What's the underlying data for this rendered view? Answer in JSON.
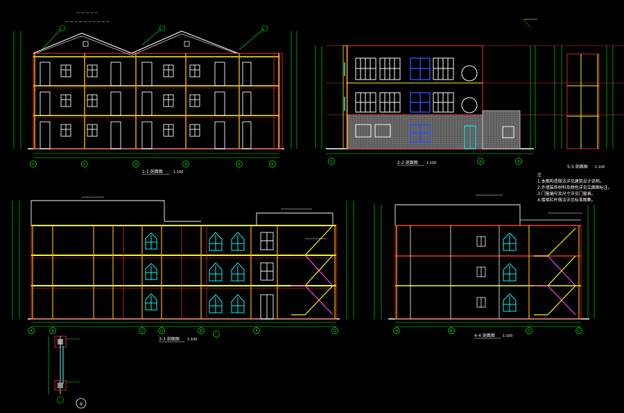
{
  "colors": {
    "background": "#000000",
    "grid_axis": "#00ff00",
    "dimension": "#00ff00",
    "wall": "#ff3030",
    "floor_slab": "#ffff00",
    "column": "#ffb000",
    "window": "#ffffff",
    "window_blue": "#3050ff",
    "arched_window": "#00ffff",
    "stair": "#ff40ff",
    "text": "#ffffff",
    "facade_fill": "#6a6a6a"
  },
  "views": {
    "view1_title": "1-1 剖面图",
    "view2_title": "2-2 剖面图",
    "view3_title": "3-3 剖面图",
    "view4_title": "4-4 剖面图",
    "view5_title": "5-5 剖面图",
    "scale": "1:100"
  },
  "axes": {
    "view1": [
      "①",
      "②",
      "③",
      "④",
      "⑤",
      "⑥"
    ],
    "view2": [
      "①",
      "④",
      "⑥"
    ],
    "view3": [
      "A",
      "B",
      "C",
      "D",
      "E",
      "F",
      "G"
    ],
    "view4": [
      "A",
      "B",
      "C",
      "D"
    ],
    "detail": [
      "①"
    ]
  },
  "notes": {
    "n1": "注",
    "n2": "1.本图构造做法详见建筑设计说明。",
    "n3": "2.外墙装饰材料及颜色详见立面图标注。",
    "n4": "3.门窗编号及尺寸详见门窗表。",
    "n5": "4.楼梯栏杆做法详见标准图集。"
  }
}
